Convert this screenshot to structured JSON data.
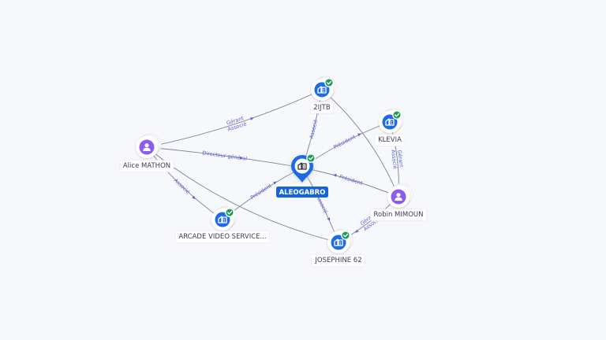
{
  "colors": {
    "company": "#1e6be3",
    "person": "#8a5cf0",
    "check": "#1f9d55",
    "edge": "#7d849a",
    "edge_label": "#5a5fd6",
    "center_label_bg": "#1565d8"
  },
  "nodes": [
    {
      "id": "aleogabro",
      "label": "ALEOGABRO",
      "kind": "company",
      "center": true,
      "verified": true,
      "icon": "building-icon"
    },
    {
      "id": "2ijtb",
      "label": "2IJTB",
      "kind": "company",
      "verified": true,
      "icon": "building-icon"
    },
    {
      "id": "klevia",
      "label": "KLEVIA",
      "kind": "company",
      "verified": true,
      "icon": "building-icon"
    },
    {
      "id": "alice",
      "label": "Alice MATHON",
      "kind": "person",
      "verified": false,
      "icon": "person-icon"
    },
    {
      "id": "robin",
      "label": "Robin MIMOUN",
      "kind": "person",
      "verified": false,
      "icon": "person-icon"
    },
    {
      "id": "arcade",
      "label": "ARCADE VIDEO SERVICE...",
      "kind": "company",
      "verified": true,
      "icon": "building-icon"
    },
    {
      "id": "josephine",
      "label": "JOSEPHINE 62",
      "kind": "company",
      "verified": true,
      "icon": "building-icon"
    }
  ],
  "edges": [
    {
      "from": "alice",
      "to": "2ijtb",
      "labels": [
        "Gérant",
        "Associé"
      ]
    },
    {
      "from": "alice",
      "to": "aleogabro",
      "labels": [
        "Directeur général"
      ]
    },
    {
      "from": "alice",
      "to": "arcade",
      "labels": [
        "Associé"
      ]
    },
    {
      "from": "alice",
      "to": "josephine",
      "labels": []
    },
    {
      "from": "arcade",
      "to": "aleogabro",
      "labels": [
        "Président"
      ]
    },
    {
      "from": "aleogabro",
      "to": "2ijtb",
      "labels": [
        "Associé"
      ]
    },
    {
      "from": "aleogabro",
      "to": "josephine",
      "labels": [
        "Associé"
      ]
    },
    {
      "from": "aleogabro",
      "to": "klevia",
      "labels": [
        "Président"
      ]
    },
    {
      "from": "robin",
      "to": "aleogabro",
      "labels": [
        "Président"
      ]
    },
    {
      "from": "robin",
      "to": "2ijtb",
      "labels": []
    },
    {
      "from": "robin",
      "to": "klevia",
      "labels": [
        "Gérant",
        "Associé"
      ]
    },
    {
      "from": "robin",
      "to": "josephine",
      "labels": [
        "Gérant",
        "Associé"
      ]
    }
  ]
}
